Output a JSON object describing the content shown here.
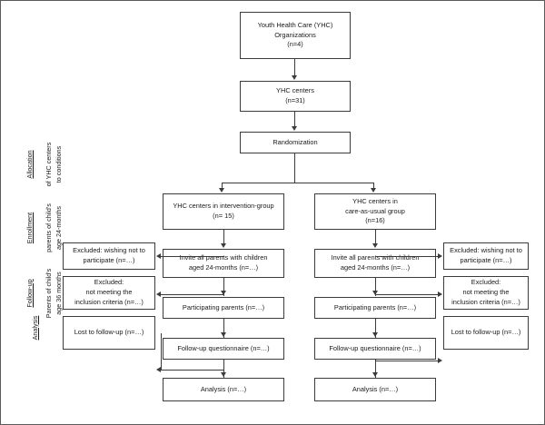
{
  "diagram": {
    "type": "consort-flow-diagram",
    "title_text": "",
    "stage_labels": [
      {
        "id": "allocation",
        "head": "Allocation",
        "sub": "of YHC centers\nto conditions"
      },
      {
        "id": "enrollment",
        "head": "Enrollment",
        "sub": "parents of child's\nage 24-months"
      },
      {
        "id": "followup",
        "head": "Follow-up",
        "sub": "Parents of child's\nage 36 months"
      },
      {
        "id": "analysis",
        "head": "Analysis",
        "sub": ""
      }
    ],
    "top_nodes": [
      {
        "id": "organizations",
        "text": "Youth Health Care (YHC)\nOrganizations\n(n=4)"
      },
      {
        "id": "yhc-centers",
        "text": "YHC centers\n(n=31)"
      },
      {
        "id": "randomization",
        "text": "Randomization"
      }
    ],
    "left_arm": {
      "allocation": "YHC centers in intervention-group\n(n= 15)",
      "invite": "Invite all parents with children\naged 24-months (n=…)",
      "participating": "Participating parents (n=…)",
      "questionnaire": "Follow-up questionnaire (n=…)",
      "analysis": "Analysis (n=…)",
      "excluded_wishing": "Excluded: wishing not to\nparticipate (n=…)",
      "excluded_criteria": "Excluded:\nnot meeting the\ninclusion criteria (n=…)",
      "lost": "Lost to follow-up  (n=…)"
    },
    "right_arm": {
      "allocation": "YHC centers in\ncare-as-usual group\n(n=16)",
      "invite": "Invite all parents with children\naged 24-months (n=…)",
      "participating": "Participating parents (n=…)",
      "questionnaire": "Follow-up questionnaire (n=…)",
      "analysis": "Analysis (n=…)",
      "excluded_wishing": "Excluded: wishing not to\nparticipate (n=…)",
      "excluded_criteria": "Excluded:\nnot meeting the\ninclusion criteria (n=…)",
      "lost": "Lost to follow-up  (n=…)"
    },
    "colors": {
      "box_border": "#3b3b3b",
      "frame_border": "#5a5a5a",
      "text": "#1a1a1a",
      "background": "#ffffff"
    }
  }
}
